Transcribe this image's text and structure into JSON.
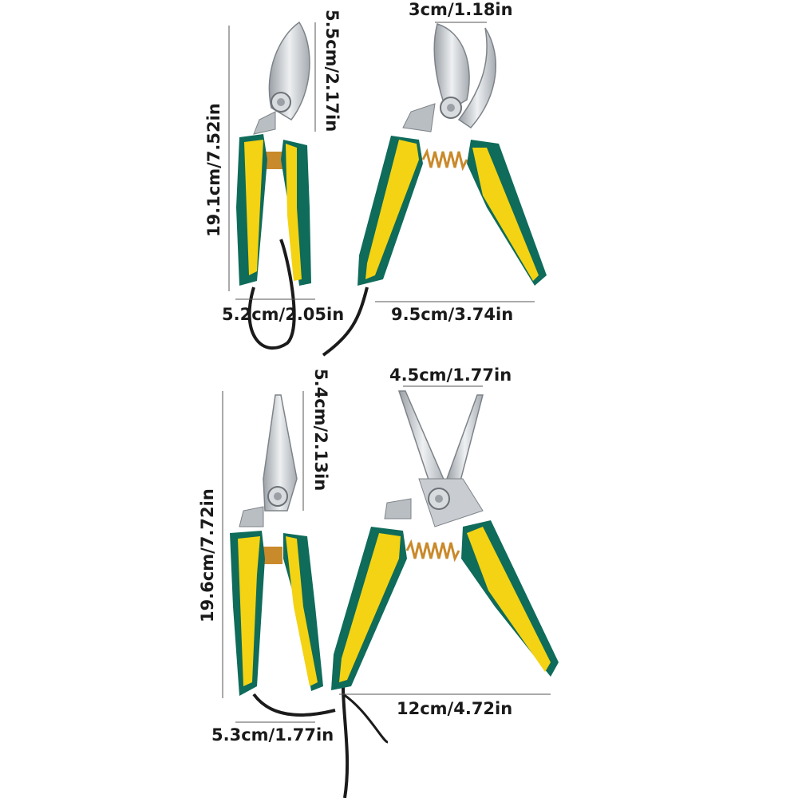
{
  "colors": {
    "handle_green": "#0f6b5a",
    "handle_yellow": "#f3d313",
    "blade_steel": "#c9cdd2",
    "spring_copper": "#c98a2b",
    "cord_black": "#1b1b1b",
    "dimension_line": "#555555"
  },
  "top_pair": {
    "height_label": "19.1cm/7.52in",
    "blade_length_label": "5.5cm/2.17in",
    "handle_width_closed_label": "5.2cm/2.05in",
    "blade_opening_label": "3cm/1.18in",
    "handle_width_open_label": "9.5cm/3.74in"
  },
  "bottom_pair": {
    "height_label": "19.6cm/7.72in",
    "blade_length_label": "5.4cm/2.13in",
    "handle_width_closed_label": "5.3cm/1.77in",
    "blade_opening_label": "4.5cm/1.77in",
    "handle_width_open_label": "12cm/4.72in"
  }
}
